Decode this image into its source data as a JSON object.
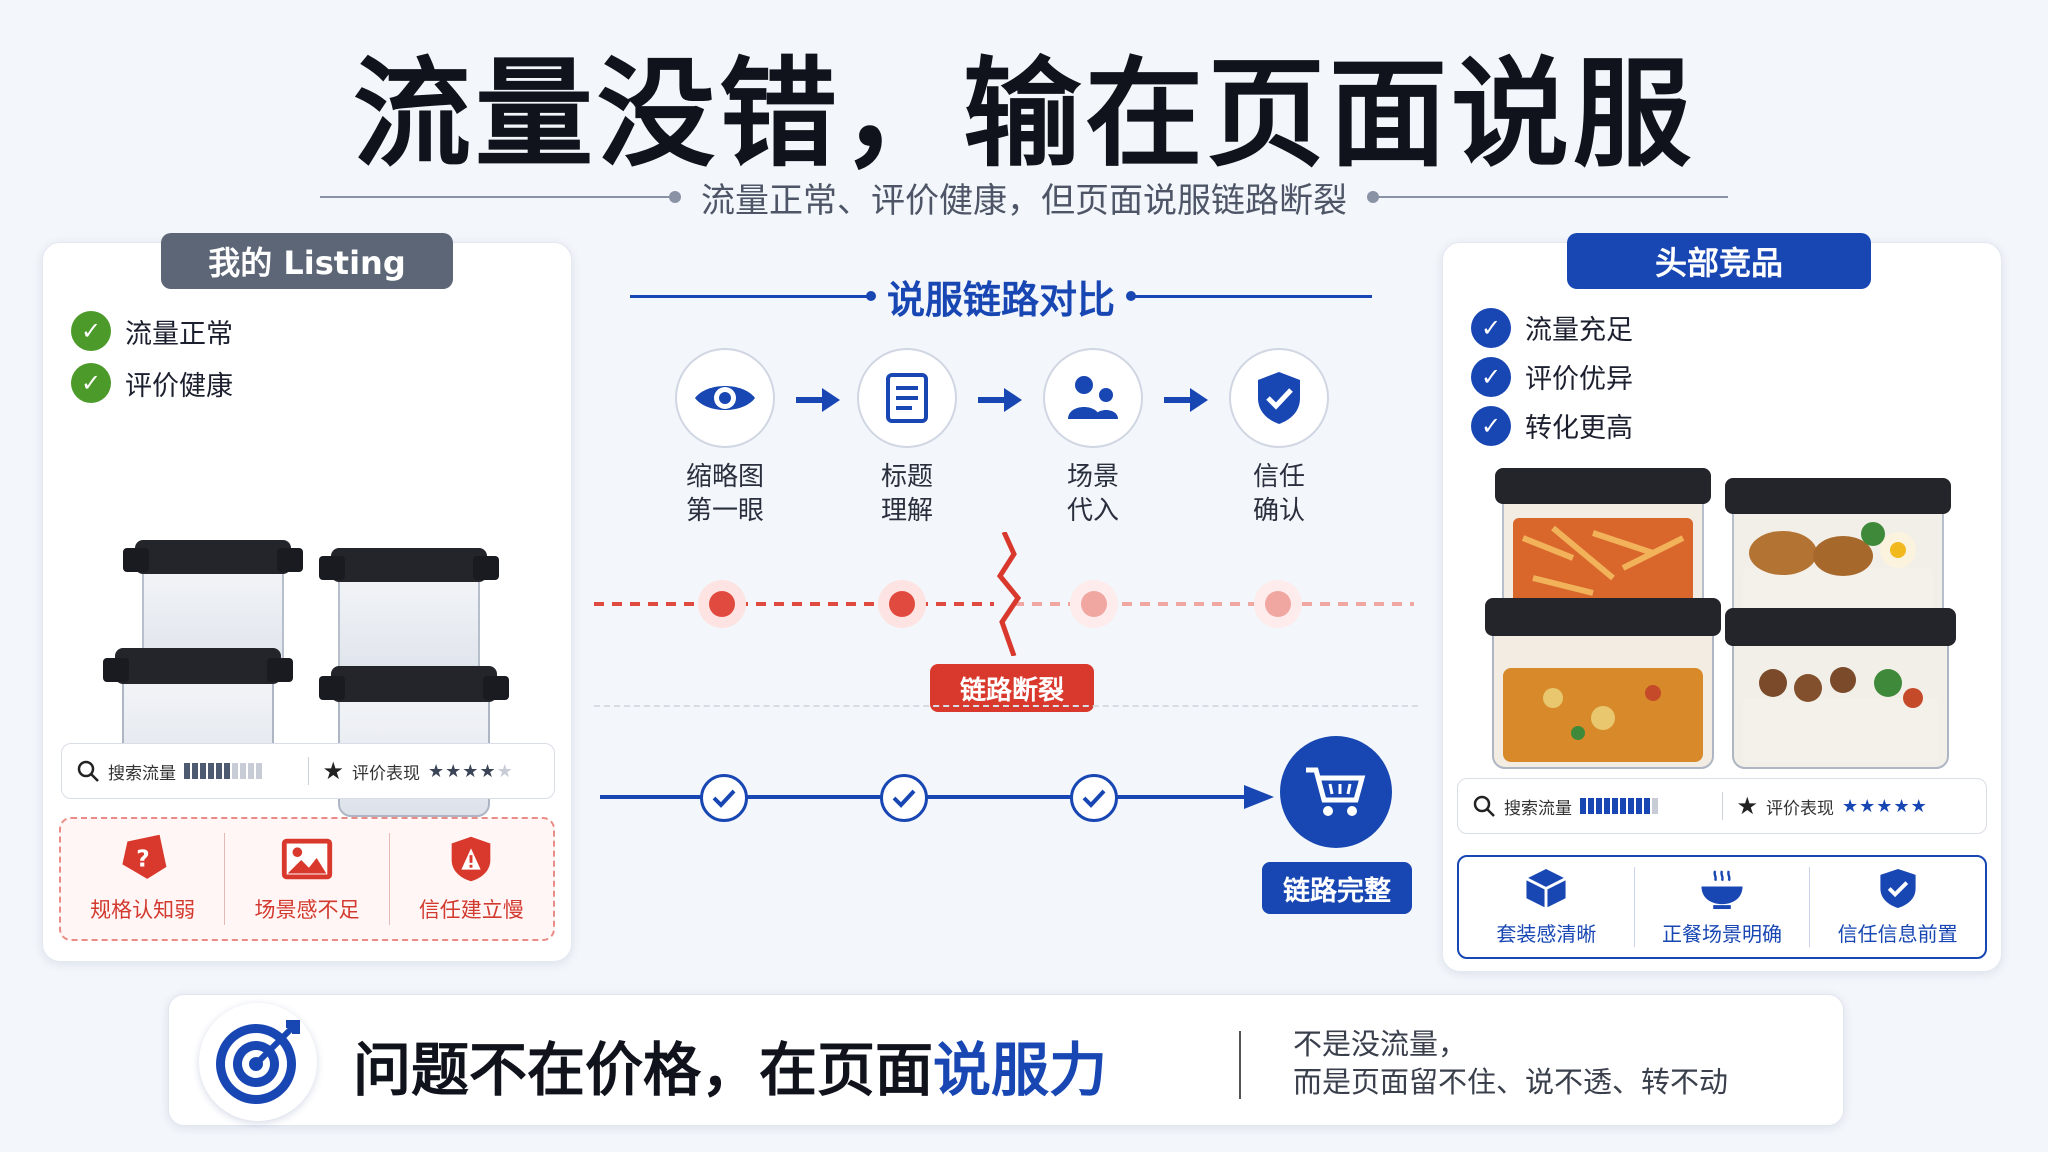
{
  "title": "流量没错，输在页面说服",
  "subtitle": "流量正常、评价健康，但页面说服链路断裂",
  "left_card": {
    "tag": "我的 Listing",
    "checks": [
      "流量正常",
      "评价健康"
    ],
    "metrics": {
      "search_label": "搜索流量",
      "search_level": 0.6,
      "rating_label": "评价表现",
      "rating_stars": 3.5
    },
    "issues": [
      {
        "label": "规格认知弱",
        "icon": "question-tag-icon"
      },
      {
        "label": "场景感不足",
        "icon": "image-icon"
      },
      {
        "label": "信任建立慢",
        "icon": "warning-shield-icon"
      }
    ]
  },
  "middle": {
    "title": "说服链路对比",
    "steps": [
      {
        "line1": "缩略图",
        "line2": "第一眼",
        "icon": "eye-icon"
      },
      {
        "line1": "标题",
        "line2": "理解",
        "icon": "document-icon"
      },
      {
        "line1": "场景",
        "line2": "代入",
        "icon": "people-icon"
      },
      {
        "line1": "信任",
        "line2": "确认",
        "icon": "shield-check-icon"
      }
    ],
    "break_label": "链路断裂",
    "complete_label": "链路完整"
  },
  "right_card": {
    "tag": "头部竞品",
    "checks": [
      "流量充足",
      "评价优异",
      "转化更高"
    ],
    "metrics": {
      "search_label": "搜索流量",
      "search_level": 0.9,
      "rating_label": "评价表现",
      "rating_stars": 5
    },
    "wins": [
      {
        "label": "套装感清晰",
        "icon": "box-icon"
      },
      {
        "label": "正餐场景明确",
        "icon": "bowl-icon"
      },
      {
        "label": "信任信息前置",
        "icon": "shield-check-icon"
      }
    ]
  },
  "bottom": {
    "main_prefix": "问题不在价格，在页面",
    "main_highlight": "说服力",
    "note_line1": "不是没流量，",
    "note_line2": "而是页面留不住、说不透、转不动"
  },
  "colors": {
    "brand_blue": "#1847b3",
    "alert_red": "#d9382c",
    "ok_green": "#4c9a2a"
  }
}
